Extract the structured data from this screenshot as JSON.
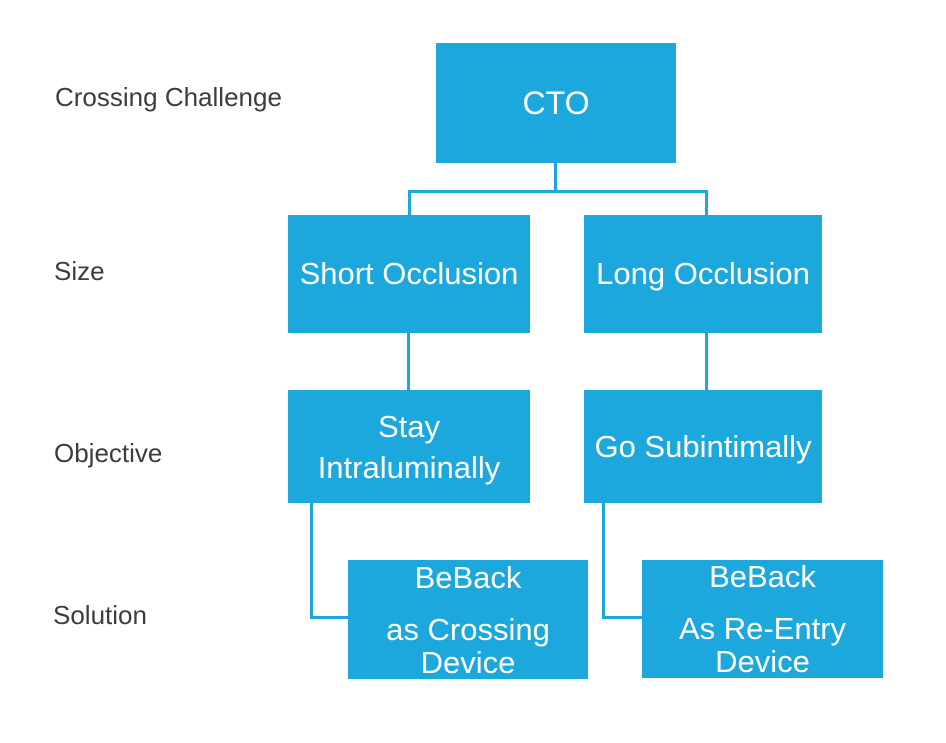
{
  "colors": {
    "accent": "#1CA8DD",
    "label_text": "#3D3D3D",
    "node_text": "#FFFFFF",
    "background": "#FFFFFF"
  },
  "row_labels": {
    "crossing_challenge": "Crossing Challenge",
    "size": "Size",
    "objective": "Objective",
    "solution": "Solution"
  },
  "nodes": {
    "cto": {
      "label": "CTO"
    },
    "short_occlusion": {
      "label": "Short Occlusion"
    },
    "long_occlusion": {
      "label": "Long Occlusion"
    },
    "stay_intraluminally": {
      "lines": [
        "Stay",
        "Intraluminally"
      ]
    },
    "go_subintimally": {
      "label": "Go Subintimally"
    },
    "beback_crossing": {
      "lines": [
        "BeBack",
        "as Crossing",
        "Device"
      ]
    },
    "beback_reentry": {
      "lines": [
        "BeBack",
        "As Re-Entry",
        "Device"
      ]
    }
  }
}
